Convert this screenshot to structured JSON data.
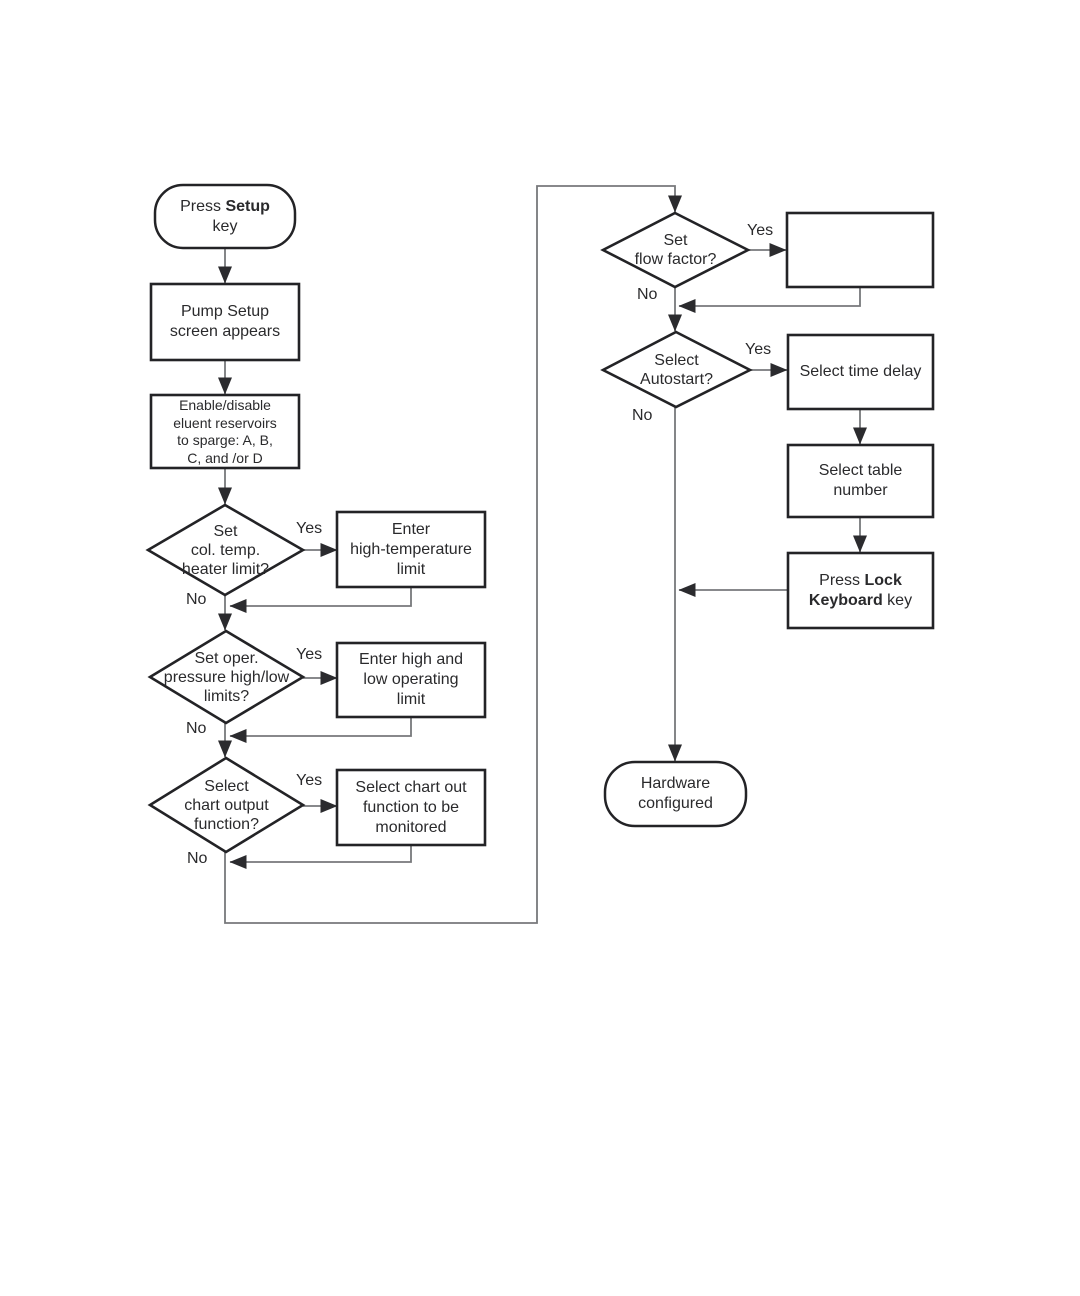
{
  "colors": {
    "background": "#ffffff",
    "shape_border": "#232326",
    "connector_line": "#77787b",
    "arrowhead": "#2b2b2e",
    "text": "#2a2a2c"
  },
  "flowchart": {
    "nodes": {
      "start": {
        "shape": "terminator",
        "l1": "Press ",
        "l1_bold": "Setup",
        "l2": "key"
      },
      "pump_setup": {
        "shape": "process",
        "text": [
          "Pump Setup",
          "screen appears"
        ]
      },
      "enable_sparge": {
        "shape": "process",
        "text": [
          "Enable/disable",
          "eluent reservoirs",
          "to sparge: A, B,",
          "C, and /or D"
        ]
      },
      "set_col_temp": {
        "shape": "decision",
        "text": [
          "Set",
          "col. temp.",
          "heater limit?"
        ],
        "yes": "Yes",
        "no": "No"
      },
      "enter_high_temp": {
        "shape": "process",
        "text": [
          "Enter",
          "high-temperature",
          "limit"
        ]
      },
      "set_oper_pressure": {
        "shape": "decision",
        "text": [
          "Set oper.",
          "pressure high/low",
          "limits?"
        ],
        "yes": "Yes",
        "no": "No"
      },
      "enter_high_low": {
        "shape": "process",
        "text": [
          "Enter high and",
          "low operating",
          "limit"
        ]
      },
      "select_chart_output": {
        "shape": "decision",
        "text": [
          "Select",
          "chart output",
          "function?"
        ],
        "yes": "Yes",
        "no": "No"
      },
      "select_chart_out_fn": {
        "shape": "process",
        "text": [
          "Select chart out",
          "function to be",
          "monitored"
        ]
      },
      "set_flow_factor": {
        "shape": "decision",
        "text": [
          "Set",
          "flow factor?"
        ],
        "yes": "Yes",
        "no": "No"
      },
      "flow_factor_action": {
        "shape": "process",
        "text": ""
      },
      "select_autostart": {
        "shape": "decision",
        "text": [
          "Select",
          "Autostart?"
        ],
        "yes": "Yes",
        "no": "No"
      },
      "select_time_delay": {
        "shape": "process",
        "text": [
          "Select time delay"
        ]
      },
      "select_table_number": {
        "shape": "process",
        "text": [
          "Select table",
          "number"
        ]
      },
      "press_lock_keyboard": {
        "shape": "process",
        "l1": "Press ",
        "l1_bold": "Lock",
        "l2_bold": "Keyboard",
        "l2": " key"
      },
      "hardware_configured": {
        "shape": "terminator",
        "text": [
          "Hardware",
          "configured"
        ]
      }
    }
  }
}
